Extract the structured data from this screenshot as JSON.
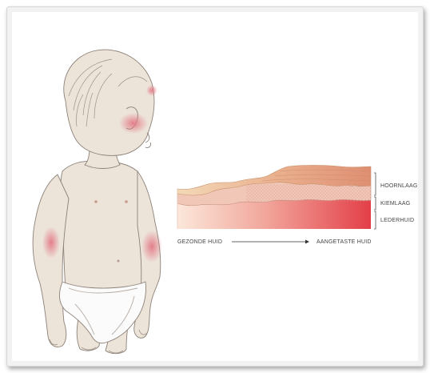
{
  "labels": {
    "hoornlaag": "HOORNLAAG",
    "kiemlaag": "KIEMLAAG",
    "lederhuid": "LEDERHUID",
    "gezonde_huid": "GEZONDE HUID",
    "aangetaste_huid": "AANGETASTE HUID"
  },
  "colors": {
    "skin": "#ede4da",
    "outline": "#8a8078",
    "rash": "#e58a92",
    "healthy_dermis": "#f6d6c6",
    "affected_dermis": "#e3464d"
  }
}
